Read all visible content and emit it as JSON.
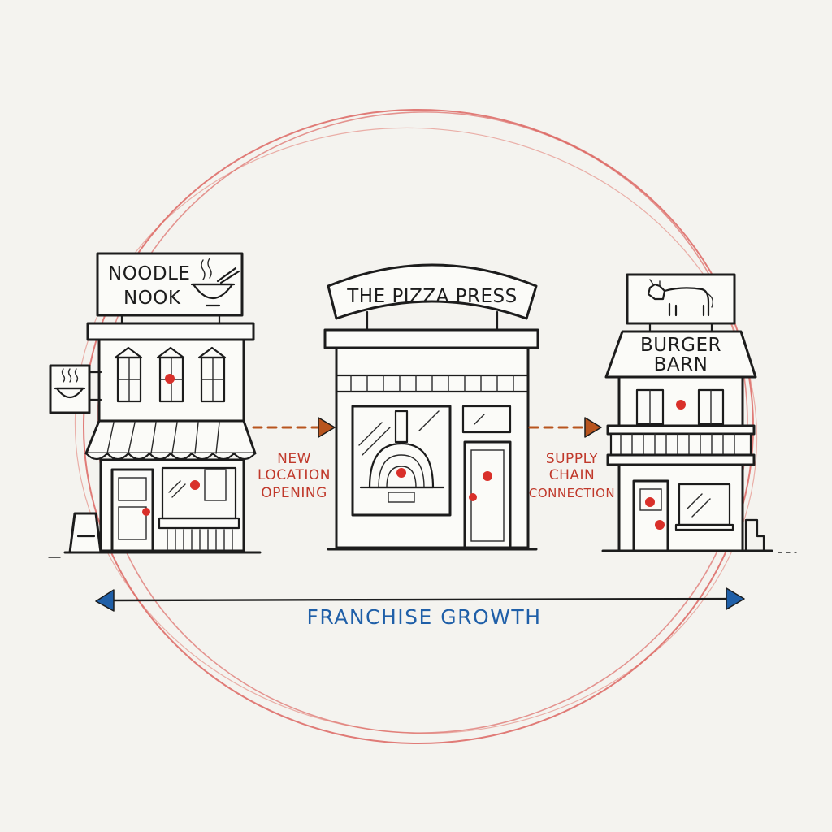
{
  "shops": [
    {
      "name_line1": "NOODLE",
      "name_line2": "NOOK"
    },
    {
      "name": "THE PIZZA PRESS"
    },
    {
      "name_line1": "BURGER",
      "name_line2": "BARN"
    }
  ],
  "connections": [
    {
      "line1": "NEW",
      "line2": "LOCATION",
      "line3": "OPENING"
    },
    {
      "line1": "SUPPLY",
      "line2": "CHAIN",
      "line3": "CONNECTION"
    }
  ],
  "growth_label": "FRANCHISE GROWTH",
  "colors": {
    "ink": "#1c1c1c",
    "circle": "#d9534f",
    "dots": "#d9302a",
    "connection_text": "#c0392b",
    "connection_arrow": "#b8541e",
    "growth_arrow": "#1f5fa8"
  }
}
